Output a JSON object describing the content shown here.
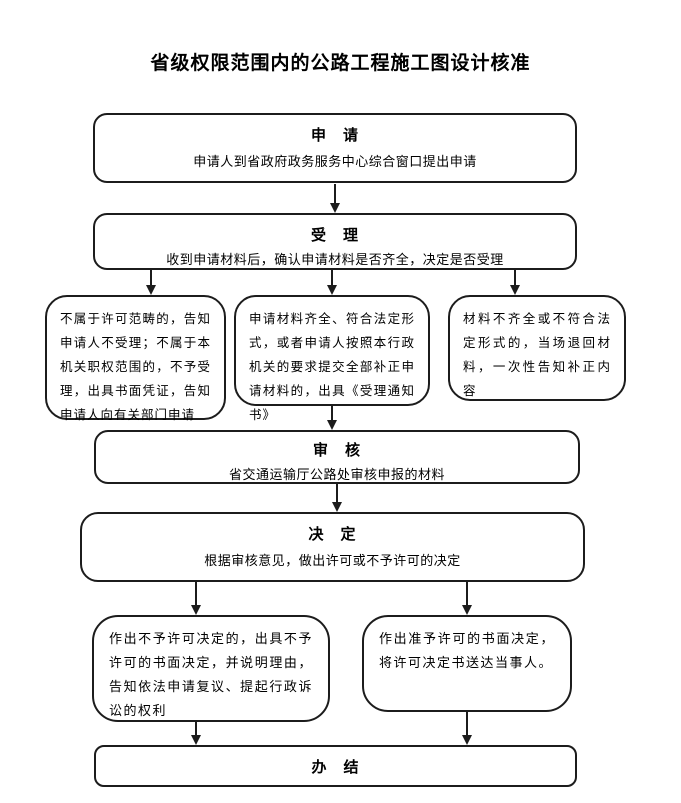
{
  "title": "省级权限范围内的公路工程施工图设计核准",
  "nodes": {
    "apply": {
      "heading": "申　请",
      "body": "申请人到省政府政务服务中心综合窗口提出申请"
    },
    "accept": {
      "heading": "受　理",
      "body": "收到申请材料后，确认申请材料是否齐全，决定是否受理"
    },
    "branch_left": {
      "body": "不属于许可范畴的，告知申请人不受理；不属于本机关职权范围的，不予受理，出具书面凭证，告知申请人向有关部门申请"
    },
    "branch_middle": {
      "body": "申请材料齐全、符合法定形式，或者申请人按照本行政机关的要求提交全部补正申请材料的，出具《受理通知书》"
    },
    "branch_right": {
      "body": "材料不齐全或不符合法定形式的，当场退回材料，一次性告知补正内容"
    },
    "review": {
      "heading": "审　核",
      "body": "省交通运输厅公路处审核申报的材料"
    },
    "decide": {
      "heading": "决　定",
      "body": "根据审核意见，做出许可或不予许可的决定"
    },
    "deny": {
      "body": "作出不予许可决定的，出具不予许可的书面决定，并说明理由，告知依法申请复议、提起行政诉讼的权利"
    },
    "grant": {
      "body": "作出准予许可的书面决定，将许可决定书送达当事人。"
    },
    "complete": {
      "heading": "办　结"
    }
  }
}
